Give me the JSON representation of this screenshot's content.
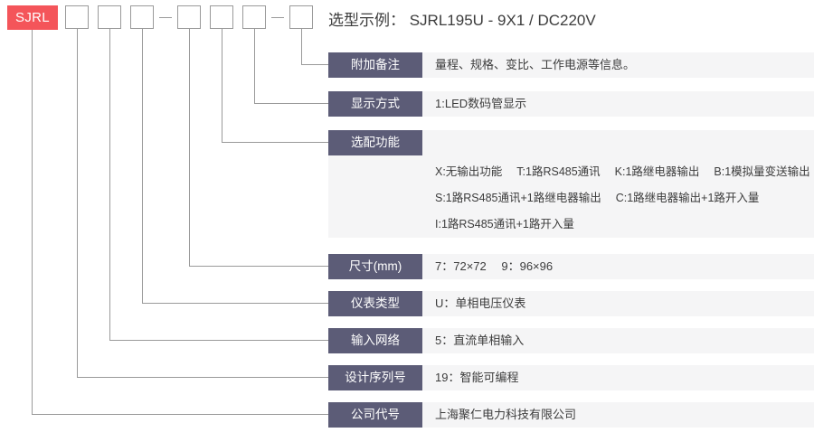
{
  "model_code": {
    "brand_badge": "SJRL",
    "boxes": [
      "",
      "",
      "",
      "",
      "",
      "",
      ""
    ],
    "separators": [
      "—",
      "—"
    ]
  },
  "title": "选型示例： SJRL195U - 9X1 / DC220V",
  "rows": [
    {
      "label": "附加备注",
      "value": "量程、规格、变比、工作电源等信息。"
    },
    {
      "label": "显示方式",
      "value": "1:LED数码管显示"
    },
    {
      "label": "选配功能",
      "value": "",
      "lines": [
        "X:无输出功能　 T:1路RS485通讯　 K:1路继电器输出　 B:1模拟量变送输出",
        "S:1路RS485通讯+1路继电器输出　 C:1路继电器输出+1路开入量",
        "I:1路RS485通讯+1路开入量"
      ]
    },
    {
      "label": "尺寸(mm)",
      "value": "7：72×72　 9：96×96"
    },
    {
      "label": "仪表类型",
      "value": "U：单相电压仪表"
    },
    {
      "label": "输入网络",
      "value": "5：直流单相输入"
    },
    {
      "label": "设计序列号",
      "value": "19：智能可编程"
    },
    {
      "label": "公司代号",
      "value": "上海聚仁电力科技有限公司"
    }
  ],
  "colors": {
    "brand_red": "#f4555a",
    "label_purple": "#5c5c77",
    "row_background": "#f5f5f6",
    "line_gray": "#9a9a9a"
  }
}
